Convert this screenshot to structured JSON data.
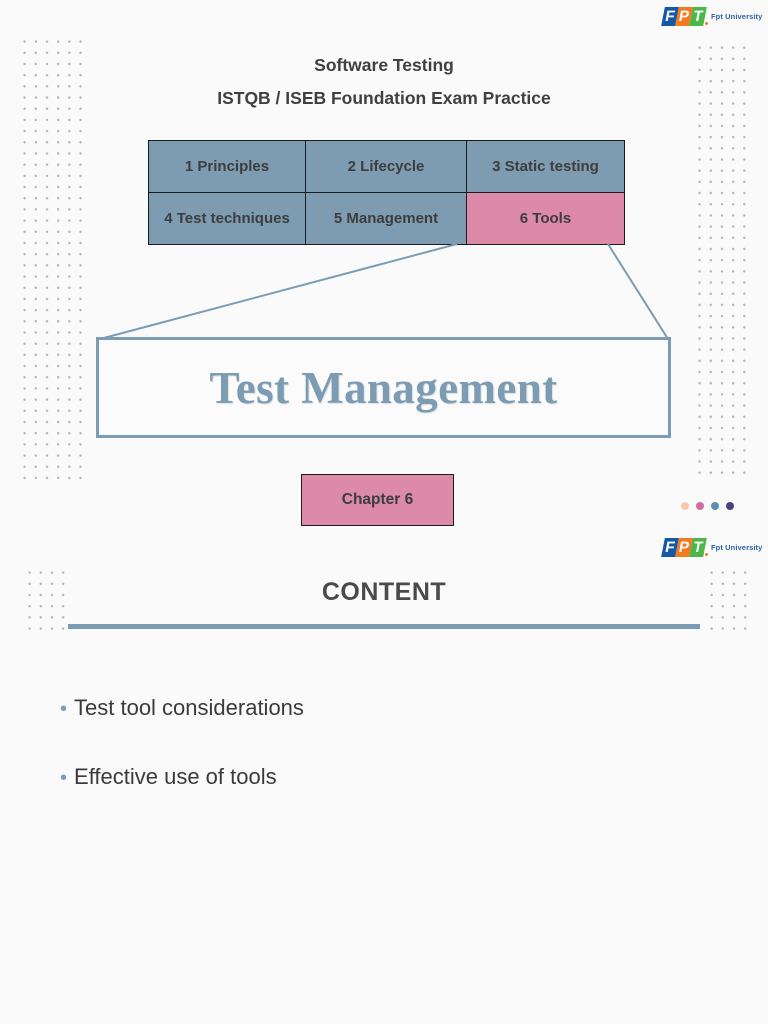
{
  "slide": {
    "background": "#fafafa",
    "accent_blue": "#7b9cb3",
    "cell_blue": "#7e9cb1",
    "highlight_pink": "#dd8aa8",
    "text_dark": "#3d3d3d"
  },
  "branding": {
    "logo_letters": [
      "F",
      "P",
      "T"
    ],
    "logo_name": "Fpt University",
    "colors": {
      "f": "#1459a8",
      "p": "#f47a20",
      "t": "#4bb748",
      "name": "#2d5fa4"
    }
  },
  "header": {
    "title_line1": "Software Testing",
    "title_line2": "ISTQB / ISEB Foundation Exam Practice"
  },
  "chapter_map": {
    "rows": [
      [
        {
          "label": "1 Principles",
          "highlighted": false
        },
        {
          "label": "2 Lifecycle",
          "highlighted": false
        },
        {
          "label": "3 Static testing",
          "highlighted": false
        }
      ],
      [
        {
          "label": "4 Test techniques",
          "highlighted": false
        },
        {
          "label": "5 Management",
          "highlighted": false
        },
        {
          "label": "6 Tools",
          "highlighted": true
        }
      ]
    ]
  },
  "main": {
    "title": "Test Management",
    "chapter_badge": "Chapter 6"
  },
  "color_dots": [
    "#f6c9b0",
    "#d06f9e",
    "#5f8fb0",
    "#4a3f84"
  ],
  "content": {
    "heading": "CONTENT",
    "bullets": [
      {
        "marker": "•",
        "text": "Test tool considerations"
      },
      {
        "marker": "•",
        "text": "Effective use of tools"
      }
    ]
  }
}
